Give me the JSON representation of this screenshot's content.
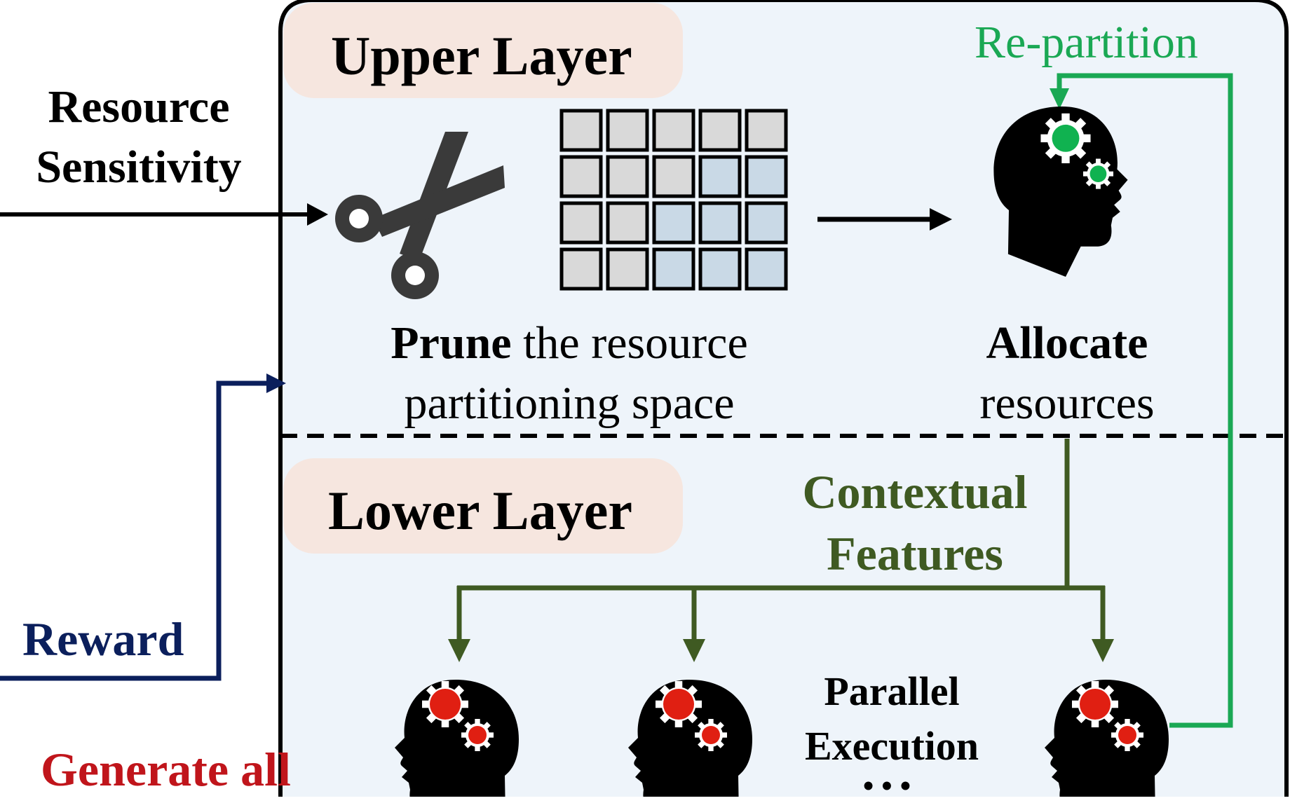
{
  "left": {
    "resource_sensitivity": [
      "Resource",
      "Sensitivity"
    ],
    "reward": "Reward",
    "generate_all": "Generate all"
  },
  "upper_layer": {
    "title": "Upper Layer",
    "prune_bold": "Prune",
    "prune_rest": " the resource",
    "prune_line2": "partitioning space",
    "allocate_bold": "Allocate",
    "allocate_line2": "resources",
    "repartition": "Re-partition",
    "grid": {
      "rows": 4,
      "cols": 5,
      "highlighted": [
        [
          1,
          3
        ],
        [
          1,
          4
        ],
        [
          2,
          2
        ],
        [
          2,
          3
        ],
        [
          2,
          4
        ],
        [
          3,
          2
        ],
        [
          3,
          3
        ],
        [
          3,
          4
        ]
      ]
    }
  },
  "lower_layer": {
    "title": "Lower Layer",
    "contextual_features": [
      "Contextual",
      "Features"
    ],
    "parallel_execution": [
      "Parallel",
      "Execution"
    ],
    "ellipsis": "• • •"
  },
  "colors": {
    "green_bright": "#1aa854",
    "green_dark": "#3f5a22",
    "navy": "#0b1f5c",
    "red": "#c0151b",
    "pill": "#f6e6df",
    "panel": "#eef4fa",
    "cell_gray": "#d9d9d9",
    "cell_blue": "#c9d9e6",
    "gear_green": "#10b250",
    "gear_red": "#e01f12"
  },
  "icons": [
    "scissors-icon",
    "grid-icon",
    "head-gear-icon"
  ]
}
